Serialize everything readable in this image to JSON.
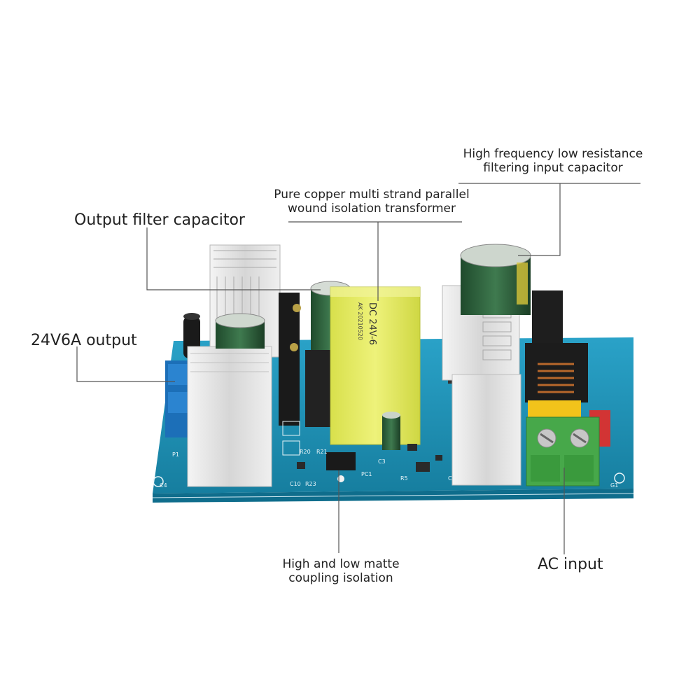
{
  "labels": {
    "input_capacitor_line1": "High frequency low resistance",
    "input_capacitor_line2": "filtering input capacitor",
    "transformer_line1": "Pure copper multi strand parallel",
    "transformer_line2": "wound isolation transformer",
    "output_filter_capacitor": "Output filter capacitor",
    "output": "24V6A output",
    "coupling_line1": "High and low matte",
    "coupling_line2": "coupling isolation",
    "ac_input": "AC input"
  },
  "transformer_marking": {
    "model": "DC 24V-6",
    "code": "AK 20210520"
  },
  "silkscreen": [
    "C4",
    "P1",
    "R20",
    "R21",
    "C10",
    "R23",
    "PC1",
    "C3",
    "R5",
    "G1",
    "C1"
  ],
  "colors": {
    "pcb": "#1e8fb4",
    "pcb_edge": "#0f6d8c",
    "heatsink": "#dcdcdc",
    "transformer": "#e3ea5c",
    "terminal_green": "#4caf50",
    "capacitor": "#2f5e3c",
    "leader_line": "#555555"
  }
}
